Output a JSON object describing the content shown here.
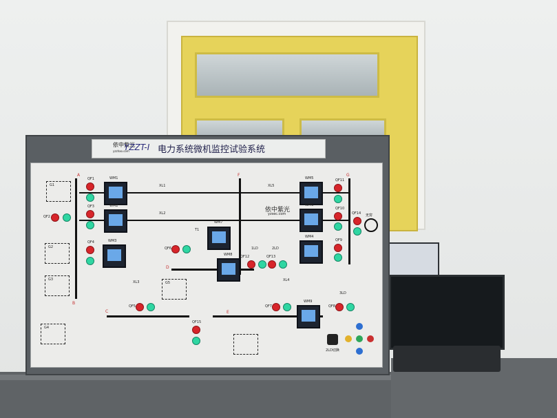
{
  "board": {
    "logo": "依中紫光",
    "logo_sub": "yzzhao.com",
    "model": "YZZT-Ⅰ",
    "title": "电力系统微机监控试验系统"
  },
  "center_logo": {
    "text": "依中紫光",
    "sub": "yzsec.com"
  },
  "bus_labels": [
    "A",
    "B",
    "C",
    "D",
    "E",
    "F",
    "G"
  ],
  "meters": [
    "WM1",
    "WM2",
    "WM3",
    "WM4",
    "WM5",
    "WM6",
    "WM7",
    "WM8",
    "WM9"
  ],
  "breakers": [
    "QF1",
    "QF2",
    "QF3",
    "QF4",
    "QF5",
    "QF6",
    "QF7",
    "QF8",
    "QF9",
    "QF10",
    "QF11",
    "QF12",
    "QF13",
    "QF14",
    "QF15"
  ],
  "lines": [
    "XL1",
    "XL2",
    "XL3",
    "XL4",
    "XL5"
  ],
  "generators": [
    "G1",
    "G2",
    "G3",
    "G4",
    "G5"
  ],
  "loads": [
    "1LD",
    "2LD",
    "3LD"
  ],
  "transformer": "T1",
  "infinite_bus": "无穷",
  "switch_label": "2LD切换",
  "colors": {
    "frame": "#5a5f63",
    "panel": "#ececea",
    "breaker_on": "#d7252a",
    "indicator": "#2fd6a2",
    "wall": "#eef0ef",
    "door": "#e6d35a"
  }
}
